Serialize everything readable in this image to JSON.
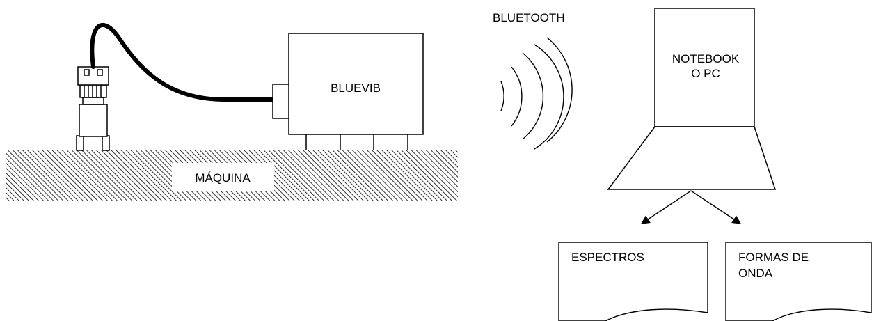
{
  "labels": {
    "machine": "MÁQUINA",
    "device": "BLUEVIB",
    "wireless": "BLUETOOTH",
    "computer_line1": "NOTEBOOK",
    "computer_line2": "O PC",
    "output1": "ESPECTROS",
    "output2_line1": "FORMAS DE",
    "output2_line2": "ONDA"
  },
  "colors": {
    "stroke": "#000000",
    "background": "#ffffff"
  }
}
